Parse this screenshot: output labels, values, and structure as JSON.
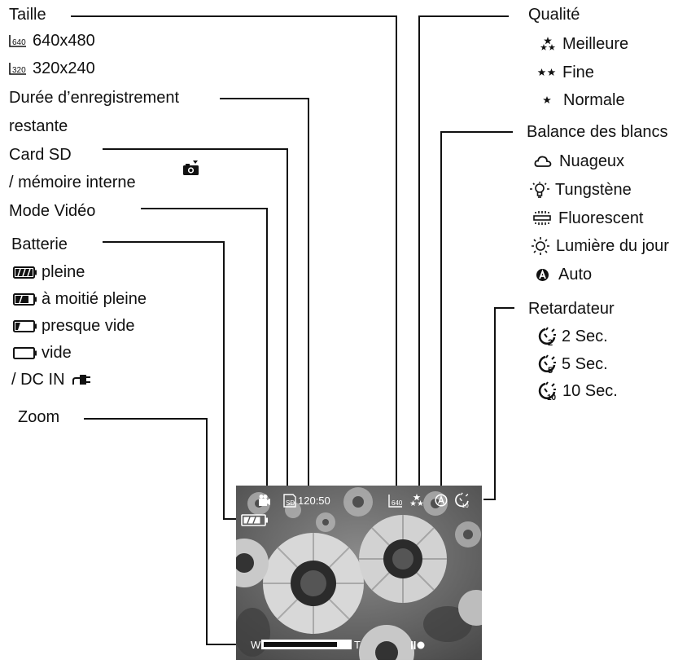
{
  "labels": {
    "taille": "Taille",
    "size1": "640x480",
    "size2": "320x240",
    "duree1": "Durée d’enregistrement",
    "duree2": "restante",
    "card1": "Card SD",
    "card2": "/ mémoire interne",
    "mode": "Mode Vidéo",
    "batterie": "Batterie",
    "bat_full": "pleine",
    "bat_half": "à moitié pleine",
    "bat_low": "presque vide",
    "bat_empty": "vide",
    "dcin": "/ DC IN",
    "zoom": "Zoom",
    "qualite": "Qualité",
    "q1": "Meilleure",
    "q2": "Fine",
    "q3": "Normale",
    "balance": "Balance des blancs",
    "wb1": "Nuageux",
    "wb2": "Tungstène",
    "wb3": "Fluorescent",
    "wb4": "Lumière du jour",
    "wb5": "Auto",
    "retard": "Retardateur",
    "st1": "2 Sec.",
    "st2": "5 Sec.",
    "st3": "10 Sec."
  },
  "icon_text": {
    "s640": "640",
    "s320": "320",
    "sd": "SD",
    "st2": "2",
    "st5": "5",
    "st10": "10"
  },
  "screen": {
    "remaining": "120:50",
    "zoom_w": "W",
    "zoom_t": "T",
    "size_tag": "640",
    "timer_tag": "10",
    "zoom_level": 0.86
  },
  "icons": [
    "size-640-icon",
    "size-320-icon",
    "camera-icon",
    "battery-full-icon",
    "battery-half-icon",
    "battery-low-icon",
    "battery-empty-icon",
    "dc-plug-icon",
    "quality-best-icon",
    "quality-fine-icon",
    "quality-normal-icon",
    "cloudy-icon",
    "tungsten-icon",
    "fluorescent-icon",
    "daylight-icon",
    "auto-wb-icon",
    "self-timer-icon",
    "video-mode-icon",
    "sd-card-icon",
    "record-icon"
  ]
}
